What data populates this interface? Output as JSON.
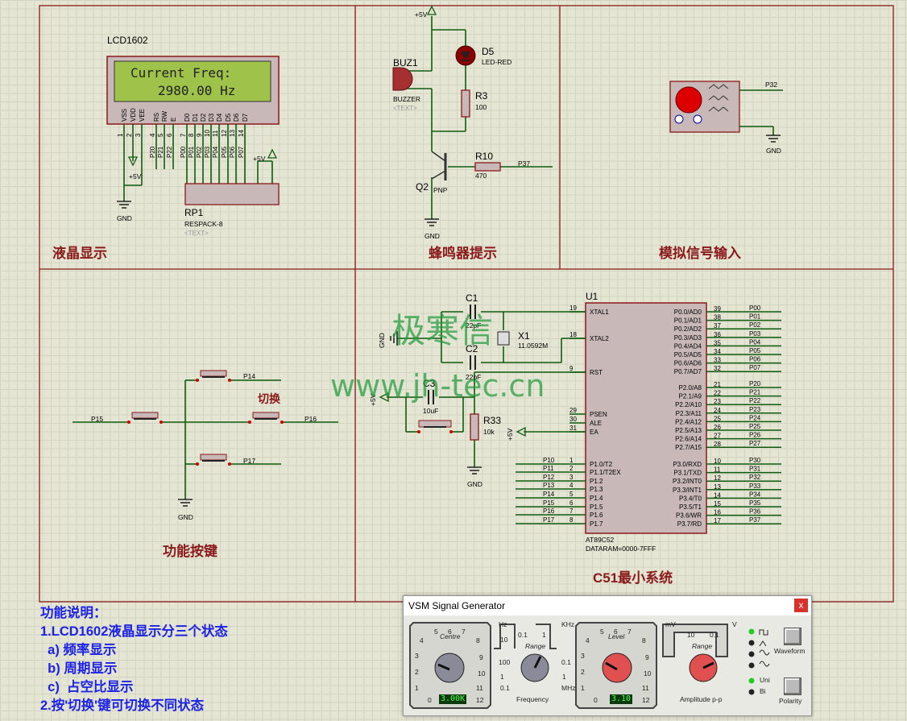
{
  "sections": {
    "lcd": "液晶显示",
    "buzzer": "蜂鸣器提示",
    "analog": "模拟信号输入",
    "keys": "功能按键",
    "mcu": "C51最小系统"
  },
  "lcd": {
    "ref": "LCD1602",
    "line1": "Current  Freq:",
    "line2": "2980.00 Hz",
    "pins": [
      "VSS",
      "VDD",
      "VEE",
      "RS",
      "RW",
      "E",
      "D0",
      "D1",
      "D2",
      "D3",
      "D4",
      "D5",
      "D6",
      "D7"
    ],
    "pin_nums": [
      "1",
      "2",
      "3",
      "4",
      "5",
      "6",
      "7",
      "8",
      "9",
      "10",
      "11",
      "12",
      "13",
      "14"
    ],
    "port_labels": [
      "P20",
      "P21",
      "P22",
      "P00",
      "P01",
      "P02",
      "P03",
      "P04",
      "P05",
      "P06",
      "P07"
    ],
    "rp_ref": "RP1",
    "rp_value": "RESPACK-8",
    "text": "<TEXT>",
    "plus5v": "+5V",
    "gnd": "GND"
  },
  "buzzer_circuit": {
    "plus5v": "+5V",
    "buz_ref": "BUZ1",
    "buz_value": "BUZZER",
    "text": "<TEXT>",
    "led_ref": "D5",
    "led_value": "LED-RED",
    "r3_ref": "R3",
    "r3_value": "100",
    "r10_ref": "R10",
    "r10_value": "470",
    "q_ref": "Q2",
    "q_value": "PNP",
    "net": "P37",
    "gnd": "GND"
  },
  "analog_circuit": {
    "net": "P32",
    "gnd": "GND"
  },
  "keys_circuit": {
    "nets": [
      "P14",
      "P15",
      "P16",
      "P17"
    ],
    "switch_label": "切换",
    "gnd": "GND"
  },
  "mcu": {
    "ref": "U1",
    "part": "AT89C52",
    "dataram": "DATARAM=0000-7FFF",
    "c1_ref": "C1",
    "c1_value": "22pF",
    "c2_ref": "C2",
    "c2_value": "22pF",
    "c3_ref": "C3",
    "c3_value": "10uF",
    "x1_ref": "X1",
    "x1_value": "11.0592M",
    "r33_ref": "R33",
    "r33_value": "10k",
    "plus5v": "+5V",
    "gnd": "GND",
    "left_pins": [
      {
        "num": "19",
        "name": "XTAL1"
      },
      {
        "num": "18",
        "name": "XTAL2"
      },
      {
        "num": "9",
        "name": "RST"
      },
      {
        "num": "29",
        "name": "PSEN"
      },
      {
        "num": "30",
        "name": "ALE"
      },
      {
        "num": "31",
        "name": "EA"
      },
      {
        "num": "1",
        "name": "P1.0/T2"
      },
      {
        "num": "2",
        "name": "P1.1/T2EX"
      },
      {
        "num": "3",
        "name": "P1.2"
      },
      {
        "num": "4",
        "name": "P1.3"
      },
      {
        "num": "5",
        "name": "P1.4"
      },
      {
        "num": "6",
        "name": "P1.5"
      },
      {
        "num": "7",
        "name": "P1.6"
      },
      {
        "num": "8",
        "name": "P1.7"
      }
    ],
    "p1_nets": [
      "P10",
      "P11",
      "P12",
      "P13",
      "P14",
      "P15",
      "P16",
      "P17"
    ],
    "right_pins": [
      {
        "num": "39",
        "name": "P0.0/AD0",
        "net": "P00"
      },
      {
        "num": "38",
        "name": "P0.1/AD1",
        "net": "P01"
      },
      {
        "num": "37",
        "name": "P0.2/AD2",
        "net": "P02"
      },
      {
        "num": "36",
        "name": "P0.3/AD3",
        "net": "P03"
      },
      {
        "num": "35",
        "name": "P0.4/AD4",
        "net": "P04"
      },
      {
        "num": "34",
        "name": "P0.5/AD5",
        "net": "P05"
      },
      {
        "num": "33",
        "name": "P0.6/AD6",
        "net": "P06"
      },
      {
        "num": "32",
        "name": "P0.7/AD7",
        "net": "P07"
      },
      {
        "num": "21",
        "name": "P2.0/A8",
        "net": "P20"
      },
      {
        "num": "22",
        "name": "P2.1/A9",
        "net": "P21"
      },
      {
        "num": "23",
        "name": "P2.2/A10",
        "net": "P22"
      },
      {
        "num": "24",
        "name": "P2.3/A11",
        "net": "P23"
      },
      {
        "num": "25",
        "name": "P2.4/A12",
        "net": "P24"
      },
      {
        "num": "26",
        "name": "P2.5/A13",
        "net": "P25"
      },
      {
        "num": "27",
        "name": "P2.6/A14",
        "net": "P26"
      },
      {
        "num": "28",
        "name": "P2.7/A15",
        "net": "P27"
      },
      {
        "num": "10",
        "name": "P3.0/RXD",
        "net": "P30"
      },
      {
        "num": "11",
        "name": "P3.1/TXD",
        "net": "P31"
      },
      {
        "num": "12",
        "name": "P3.2/INT0",
        "net": "P32"
      },
      {
        "num": "13",
        "name": "P3.3/INT1",
        "net": "P33"
      },
      {
        "num": "14",
        "name": "P3.4/T0",
        "net": "P34"
      },
      {
        "num": "15",
        "name": "P3.5/T1",
        "net": "P35"
      },
      {
        "num": "16",
        "name": "P3.6/WR",
        "net": "P36"
      },
      {
        "num": "17",
        "name": "P3.7/RD",
        "net": "P37"
      }
    ]
  },
  "watermark": {
    "cn": "极寒信",
    "url": "www.jh-tec.cn"
  },
  "description": {
    "title": "功能说明：",
    "lines": [
      "1.LCD1602液晶显示分三个状态",
      "  a) 频率显示",
      "  b) 周期显示",
      "  c)  占空比显示",
      "2.按'切换'键可切换不同状态"
    ]
  },
  "signal_generator": {
    "title": "VSM Signal Generator",
    "close": "x",
    "centre_label": "Centre",
    "centre_value": "3.00K",
    "range_label": "Range",
    "range_top": [
      "0.1",
      "1"
    ],
    "range_side_left": [
      "10",
      "100",
      "1"
    ],
    "range_side_right": [
      "0.1",
      "1"
    ],
    "hz": "Hz",
    "khz": "KHz",
    "mhz": "MHz",
    "frequency_label": "Frequency",
    "level_label": "Level",
    "level_value": "3.10",
    "amp_range_label": "Range",
    "amp_range_top": [
      "10",
      "0.1"
    ],
    "mv": "mV",
    "v": "V",
    "amplitude_label": "Amplitude p-p",
    "dial_nums": [
      "5",
      "6",
      "7",
      "8",
      "9",
      "10",
      "11",
      "12",
      "0",
      "1",
      "2",
      "3",
      "4"
    ],
    "waveform_label": "Waveform",
    "uni_label": "Uni",
    "bi_label": "Bi",
    "polarity_label": "Polarity"
  }
}
